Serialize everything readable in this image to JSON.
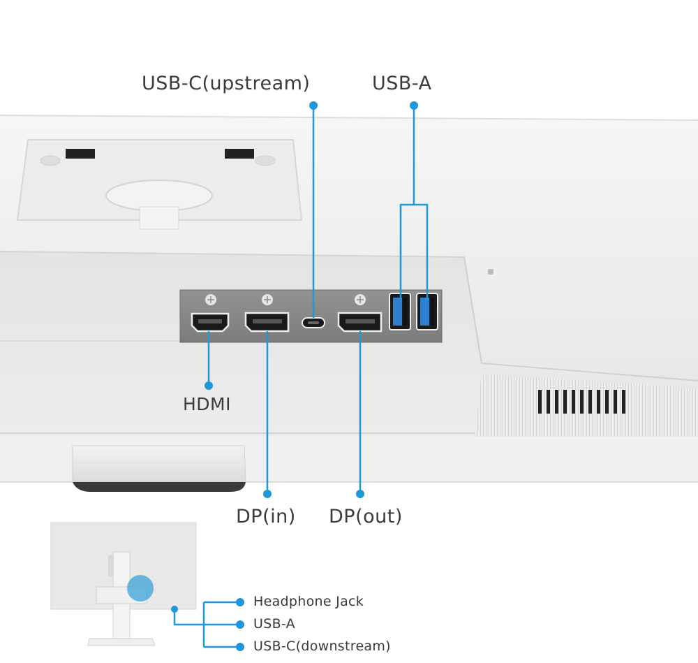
{
  "colors": {
    "accent": "#1e98d6",
    "monitor_body": "#e9e9e9",
    "port_panel": "#8a8a8a",
    "usb_a_blue": "#2f7fd0",
    "text": "#3a3a3a"
  },
  "ports": {
    "usb_c_upstream": "USB-C(upstream)",
    "usb_a": "USB-A",
    "hdmi": "HDMI",
    "dp_in": "DP(in)",
    "dp_out": "DP(out)"
  },
  "side_ports": {
    "headphone_jack": "Headphone Jack",
    "usb_a": "USB-A",
    "usb_c_downstream": "USB-C(downstream)"
  }
}
